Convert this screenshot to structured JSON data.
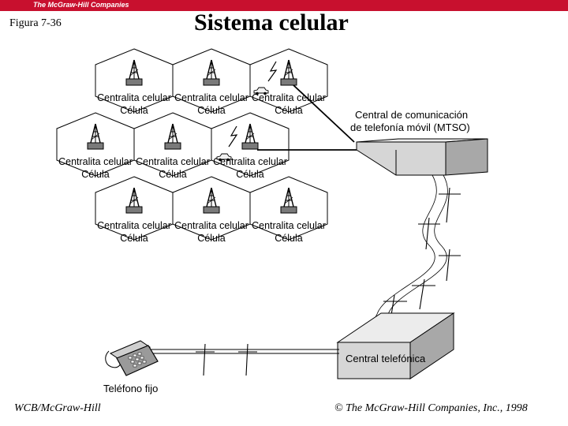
{
  "header": {
    "publisher": "The McGraw-Hill Companies",
    "figure_label": "Figura 7-36",
    "title": "Sistema celular"
  },
  "cells": {
    "station_label": "Centralita celular",
    "cell_label": "Célula",
    "count": 9
  },
  "mtso": {
    "label_line1": "Central de comunicación",
    "label_line2": "de telefonía móvil (MTSO)"
  },
  "exchange": {
    "label": "Central telefónica"
  },
  "phone": {
    "label": "Teléfono fijo"
  },
  "footer": {
    "left": "WCB/McGraw-Hill",
    "right": "The McGraw-Hill Companies, Inc., 1998",
    "copyright_symbol": "©"
  },
  "colors": {
    "brand_bar": "#c8102e",
    "box_front": "#d6d6d6",
    "box_top": "#ececec",
    "box_side": "#a8a8a8"
  }
}
